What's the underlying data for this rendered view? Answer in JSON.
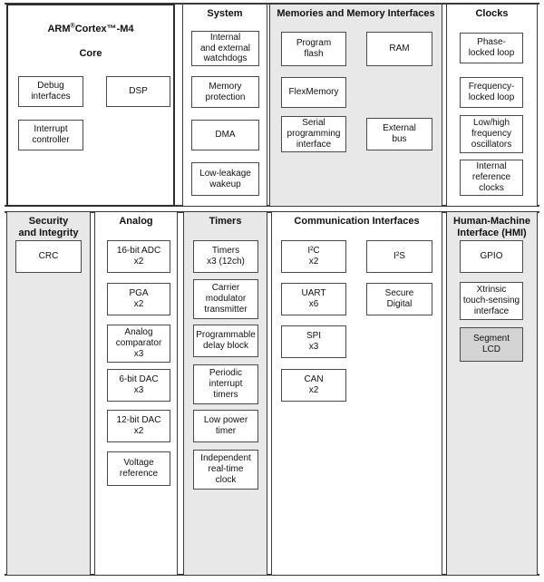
{
  "colors": {
    "panel_gray_bg": "#e8e8e8",
    "block_white_bg": "#ffffff",
    "segment_lcd_gray_bg": "#d4d4d4",
    "panel_border": "#3a3a3a",
    "block_border": "#4a4a4a",
    "text": "#111111"
  },
  "panels": {
    "arm_core": {
      "title": {
        "brand": "ARM",
        "reg_mark": "®",
        "product": "Cortex",
        "tm_mark": "™",
        "suffix": "-M4",
        "line2": "Core"
      },
      "blocks": {
        "debug": "Debug\ninterfaces",
        "dsp": "DSP",
        "interrupt": "Interrupt\ncontroller"
      }
    },
    "system": {
      "title": "System",
      "blocks": {
        "watchdogs": "Internal\nand external\nwatchdogs",
        "memory_protection": "Memory\nprotection",
        "dma": "DMA",
        "llwu": "Low-leakage\nwakeup"
      }
    },
    "memories": {
      "title": "Memories and Memory Interfaces",
      "blocks": {
        "program_flash": "Program\nflash",
        "ram": "RAM",
        "flexmemory": "FlexMemory",
        "serial_programming": "Serial\nprogramming\ninterface",
        "external_bus": "External\nbus"
      }
    },
    "clocks": {
      "title": "Clocks",
      "blocks": {
        "pll": "Phase-\nlocked loop",
        "fll": "Frequency-\nlocked loop",
        "oscillators": "Low/high\nfrequency\noscillators",
        "irc": "Internal\nreference\nclocks"
      }
    },
    "security": {
      "title": "Security\nand Integrity",
      "blocks": {
        "crc": "CRC"
      }
    },
    "analog": {
      "title": "Analog",
      "blocks": {
        "adc": "16-bit ADC\nx2",
        "pga": "PGA\nx2",
        "comparator": "Analog\ncomparator\nx3",
        "dac6": "6-bit DAC\nx3",
        "dac12": "12-bit DAC\nx2",
        "vref": "Voltage\nreference"
      }
    },
    "timers": {
      "title": "Timers",
      "blocks": {
        "timers": "Timers\nx3 (12ch)",
        "cmt": "Carrier\nmodulator\ntransmitter",
        "pdb": "Programmable\ndelay block",
        "pit": "Periodic\ninterrupt\ntimers",
        "lptmr": "Low power\ntimer",
        "rtc": "Independent\nreal-time\nclock"
      }
    },
    "communication": {
      "title": "Communication Interfaces",
      "blocks": {
        "i2c": "I²C\nx2",
        "i2s": "I²S",
        "uart": "UART\nx6",
        "sd": "Secure\nDigital",
        "spi": "SPI\nx3",
        "can": "CAN\nx2"
      }
    },
    "hmi": {
      "title": "Human-Machine\nInterface (HMI)",
      "blocks": {
        "gpio": "GPIO",
        "tsi": "Xtrinsic\ntouch-sensing\ninterface",
        "slcd": "Segment\nLCD"
      }
    }
  }
}
